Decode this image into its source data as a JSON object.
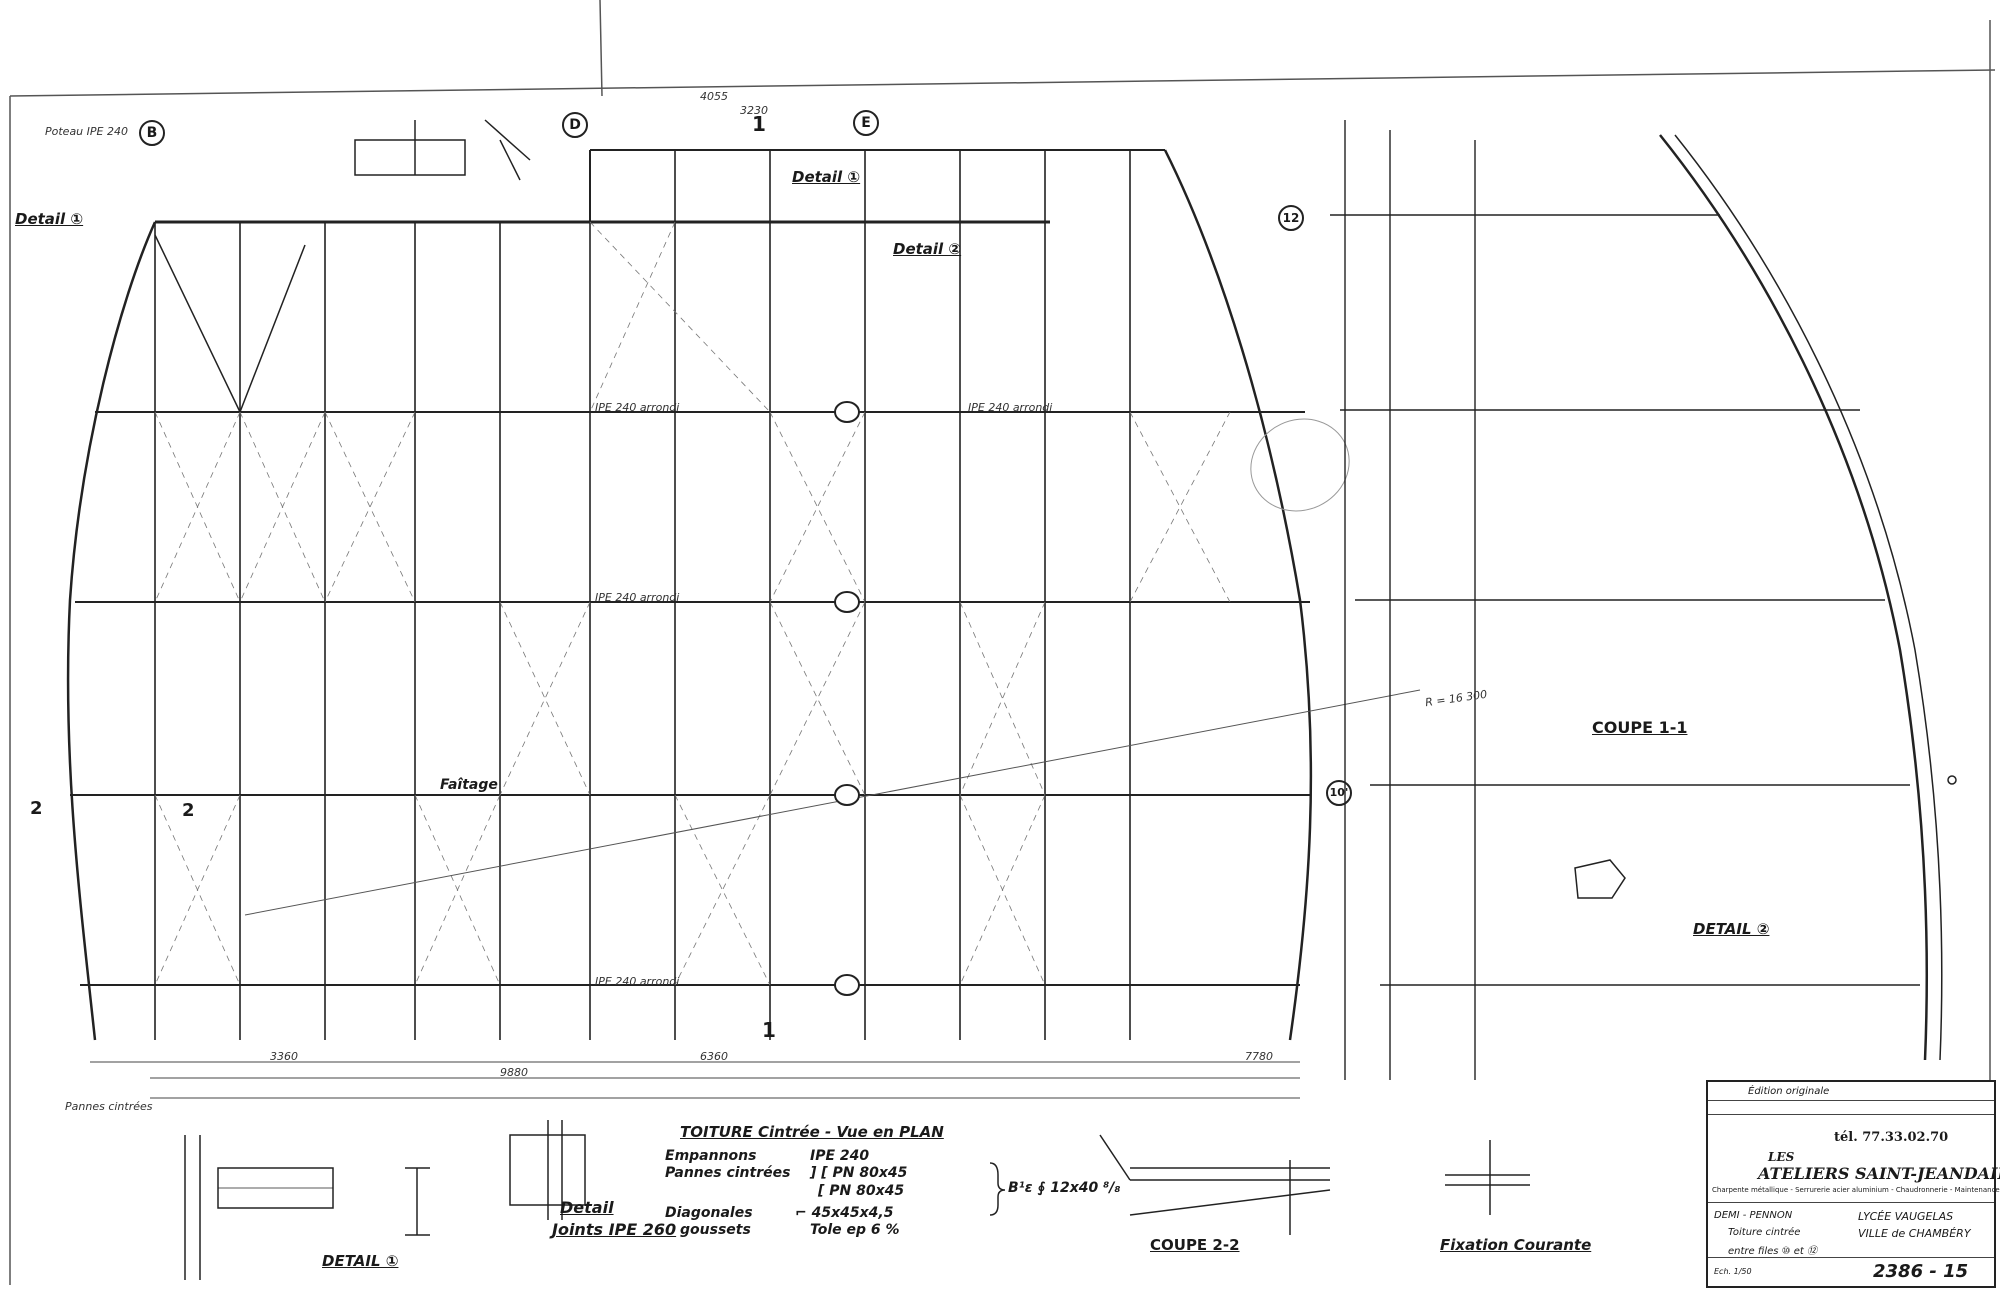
{
  "grid": {
    "B": "B",
    "D": "D",
    "E": "E",
    "twelve": "12",
    "ten": "10'"
  },
  "details": {
    "detail1_top": "Detail ①",
    "detail1_mid": "Detail ①",
    "detail2_mid": "Detail ②",
    "detail2_right": "DETAIL ②",
    "detail1_bottom": "DETAIL ①",
    "detail_joints_line1": "Detail",
    "detail_joints_line2": "Joints IPE 260",
    "coupe11": "COUPE 1-1",
    "coupe22": "COUPE 2-2",
    "fixation": "Fixation Courante",
    "faitage": "Faîtage"
  },
  "section_marks": {
    "top": "1",
    "bottom": "1",
    "left_2": "2",
    "left_2b": "2"
  },
  "annotations": {
    "ipe240_a": "IPE 240 arrondi",
    "ipe240_b": "IPE 240 arrondi",
    "ipe240_c": "IPE 240 arrondi",
    "ipe240_d": "IPE 240 arrondi",
    "dim_4055": "4055",
    "dim_3230": "3230",
    "dim_3360": "3360",
    "dim_6360": "6360",
    "dim_9880": "9880",
    "dim_7780": "7780",
    "pannes": "Pannes cintrées",
    "r_label": "R = 16 300",
    "poteau": "Poteau IPE 240"
  },
  "legend": {
    "title": "TOITURE Cintrée - Vue en PLAN",
    "row1_label": "Empannons",
    "row1_value": "IPE 240",
    "row2_label": "Pannes cintrées",
    "row2_value_a": "] [ PN 80x45",
    "row2_value_b": "[ PN 80x45",
    "row3_label": "Diagonales",
    "row3_value": "⌐ 45x45x4,5",
    "row4_label": "goussets",
    "row4_value": "Tole ep 6 %",
    "bolt_note": "B¹ɛ ∮ 12x40 ⁸/₈"
  },
  "title_block": {
    "phone": "tél. 77.33.02.70",
    "logo_line1": "LES",
    "logo_line2": "ATELIERS SAINT-JEANDAIRES",
    "logo_sub": "Charpente métallique - Serrurerie acier aluminium - Chaudronnerie - Maintenance d'usine",
    "client_left": "DEMI - PENNON",
    "client_left2": "Toiture cintrée",
    "client_left3": "entre files ⑩ et ⑫",
    "project": "LYCÉE VAUGELAS",
    "city": "VILLE de CHAMBÉRY",
    "drawing_no": "2386 - 15",
    "edition": "Édition originale",
    "scale": "Ech. 1/50"
  }
}
